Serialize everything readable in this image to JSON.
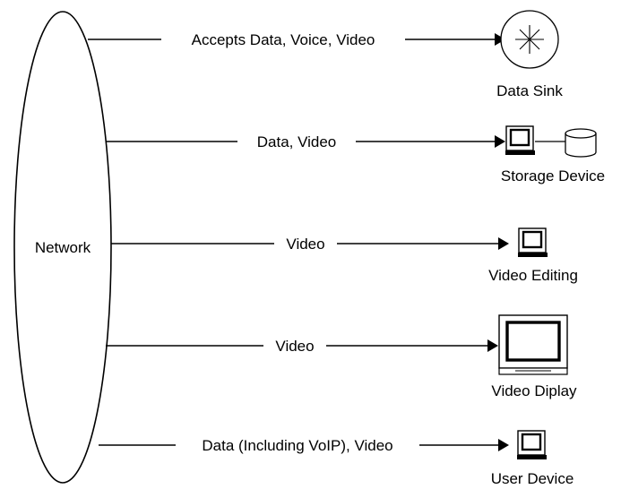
{
  "network": {
    "label": "Network"
  },
  "connections": [
    {
      "label": "Accepts Data, Voice, Video",
      "device": "Data Sink"
    },
    {
      "label": "Data, Video",
      "device": "Storage Device"
    },
    {
      "label": "Video",
      "device": "Video Editing"
    },
    {
      "label": "Video",
      "device": "Video Diplay"
    },
    {
      "label": "Data (Including VoIP), Video",
      "device": "User Device"
    }
  ]
}
